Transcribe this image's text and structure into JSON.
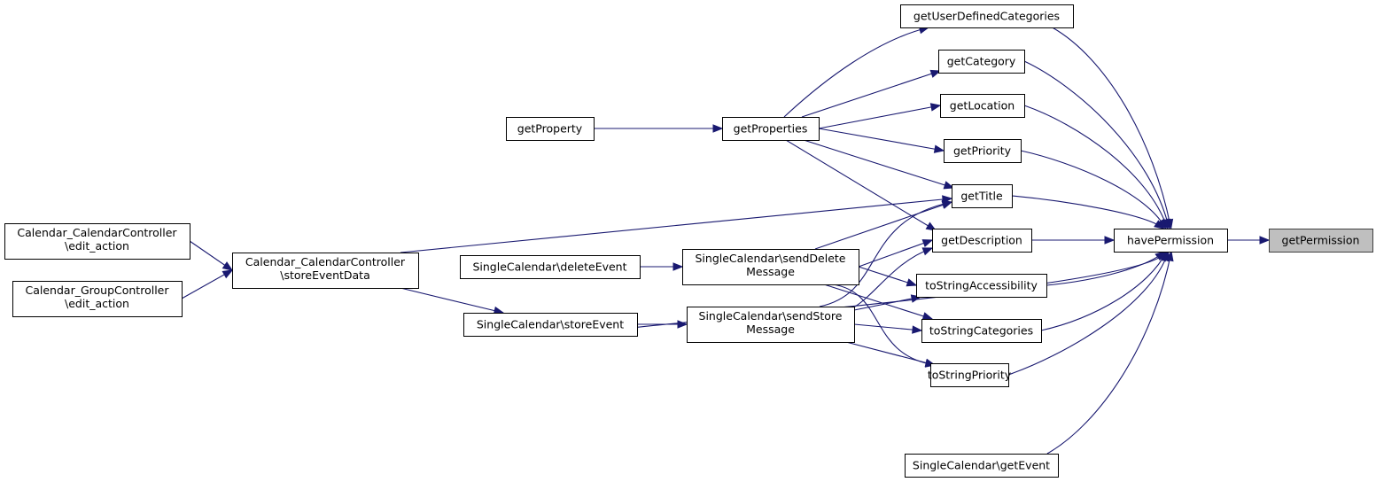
{
  "title": "Call graph of getPermission",
  "colors": {
    "edge": "#191970",
    "node_border": "#000000",
    "highlight_fill": "#bfbfbf",
    "node_fill": "#ffffff"
  },
  "nodes": [
    {
      "id": "getPermission",
      "lines": [
        "getPermission"
      ],
      "highlight": true
    },
    {
      "id": "havePermission",
      "lines": [
        "havePermission"
      ]
    },
    {
      "id": "getUserDefinedCategories",
      "lines": [
        "getUserDefinedCategories"
      ]
    },
    {
      "id": "getCategory",
      "lines": [
        "getCategory"
      ]
    },
    {
      "id": "getLocation",
      "lines": [
        "getLocation"
      ]
    },
    {
      "id": "getPriority",
      "lines": [
        "getPriority"
      ]
    },
    {
      "id": "getTitle",
      "lines": [
        "getTitle"
      ]
    },
    {
      "id": "getDescription",
      "lines": [
        "getDescription"
      ]
    },
    {
      "id": "toStringAccessibility",
      "lines": [
        "toStringAccessibility"
      ]
    },
    {
      "id": "toStringCategories",
      "lines": [
        "toStringCategories"
      ]
    },
    {
      "id": "toStringPriority",
      "lines": [
        "toStringPriority"
      ]
    },
    {
      "id": "getEvent",
      "lines": [
        "SingleCalendar\\getEvent"
      ]
    },
    {
      "id": "getProperties",
      "lines": [
        "getProperties"
      ]
    },
    {
      "id": "getProperty",
      "lines": [
        "getProperty"
      ]
    },
    {
      "id": "sendDeleteMessage",
      "lines": [
        "SingleCalendar\\sendDelete",
        "Message"
      ]
    },
    {
      "id": "sendStoreMessage",
      "lines": [
        "SingleCalendar\\sendStore",
        "Message"
      ]
    },
    {
      "id": "deleteEvent",
      "lines": [
        "SingleCalendar\\deleteEvent"
      ]
    },
    {
      "id": "storeEvent",
      "lines": [
        "SingleCalendar\\storeEvent"
      ]
    },
    {
      "id": "storeEventData",
      "lines": [
        "Calendar_CalendarController",
        "\\storeEventData"
      ]
    },
    {
      "id": "calEditAction",
      "lines": [
        "Calendar_CalendarController",
        "\\edit_action"
      ]
    },
    {
      "id": "groupEditAction",
      "lines": [
        "Calendar_GroupController",
        "\\edit_action"
      ]
    }
  ],
  "edges": [
    {
      "from": "havePermission",
      "to": "getPermission"
    },
    {
      "from": "getUserDefinedCategories",
      "to": "havePermission"
    },
    {
      "from": "getCategory",
      "to": "havePermission"
    },
    {
      "from": "getLocation",
      "to": "havePermission"
    },
    {
      "from": "getPriority",
      "to": "havePermission"
    },
    {
      "from": "getTitle",
      "to": "havePermission"
    },
    {
      "from": "getDescription",
      "to": "havePermission"
    },
    {
      "from": "toStringAccessibility",
      "to": "havePermission"
    },
    {
      "from": "toStringCategories",
      "to": "havePermission"
    },
    {
      "from": "toStringPriority",
      "to": "havePermission"
    },
    {
      "from": "storeEvent",
      "to": "havePermission"
    },
    {
      "from": "getEvent",
      "to": "havePermission"
    },
    {
      "from": "getProperties",
      "to": "getUserDefinedCategories"
    },
    {
      "from": "getProperties",
      "to": "getCategory"
    },
    {
      "from": "getProperties",
      "to": "getLocation"
    },
    {
      "from": "getProperties",
      "to": "getPriority"
    },
    {
      "from": "getProperties",
      "to": "getTitle"
    },
    {
      "from": "getProperties",
      "to": "getDescription"
    },
    {
      "from": "getProperty",
      "to": "getProperties"
    },
    {
      "from": "storeEventData",
      "to": "getTitle"
    },
    {
      "from": "storeEventData",
      "to": "storeEvent"
    },
    {
      "from": "calEditAction",
      "to": "storeEventData"
    },
    {
      "from": "groupEditAction",
      "to": "storeEventData"
    },
    {
      "from": "sendDeleteMessage",
      "to": "getTitle"
    },
    {
      "from": "sendDeleteMessage",
      "to": "getDescription"
    },
    {
      "from": "sendDeleteMessage",
      "to": "toStringAccessibility"
    },
    {
      "from": "sendDeleteMessage",
      "to": "toStringCategories"
    },
    {
      "from": "sendDeleteMessage",
      "to": "toStringPriority"
    },
    {
      "from": "sendStoreMessage",
      "to": "getTitle"
    },
    {
      "from": "sendStoreMessage",
      "to": "getDescription"
    },
    {
      "from": "sendStoreMessage",
      "to": "toStringAccessibility"
    },
    {
      "from": "sendStoreMessage",
      "to": "toStringCategories"
    },
    {
      "from": "sendStoreMessage",
      "to": "toStringPriority"
    },
    {
      "from": "deleteEvent",
      "to": "sendDeleteMessage"
    },
    {
      "from": "storeEvent",
      "to": "sendStoreMessage"
    }
  ]
}
